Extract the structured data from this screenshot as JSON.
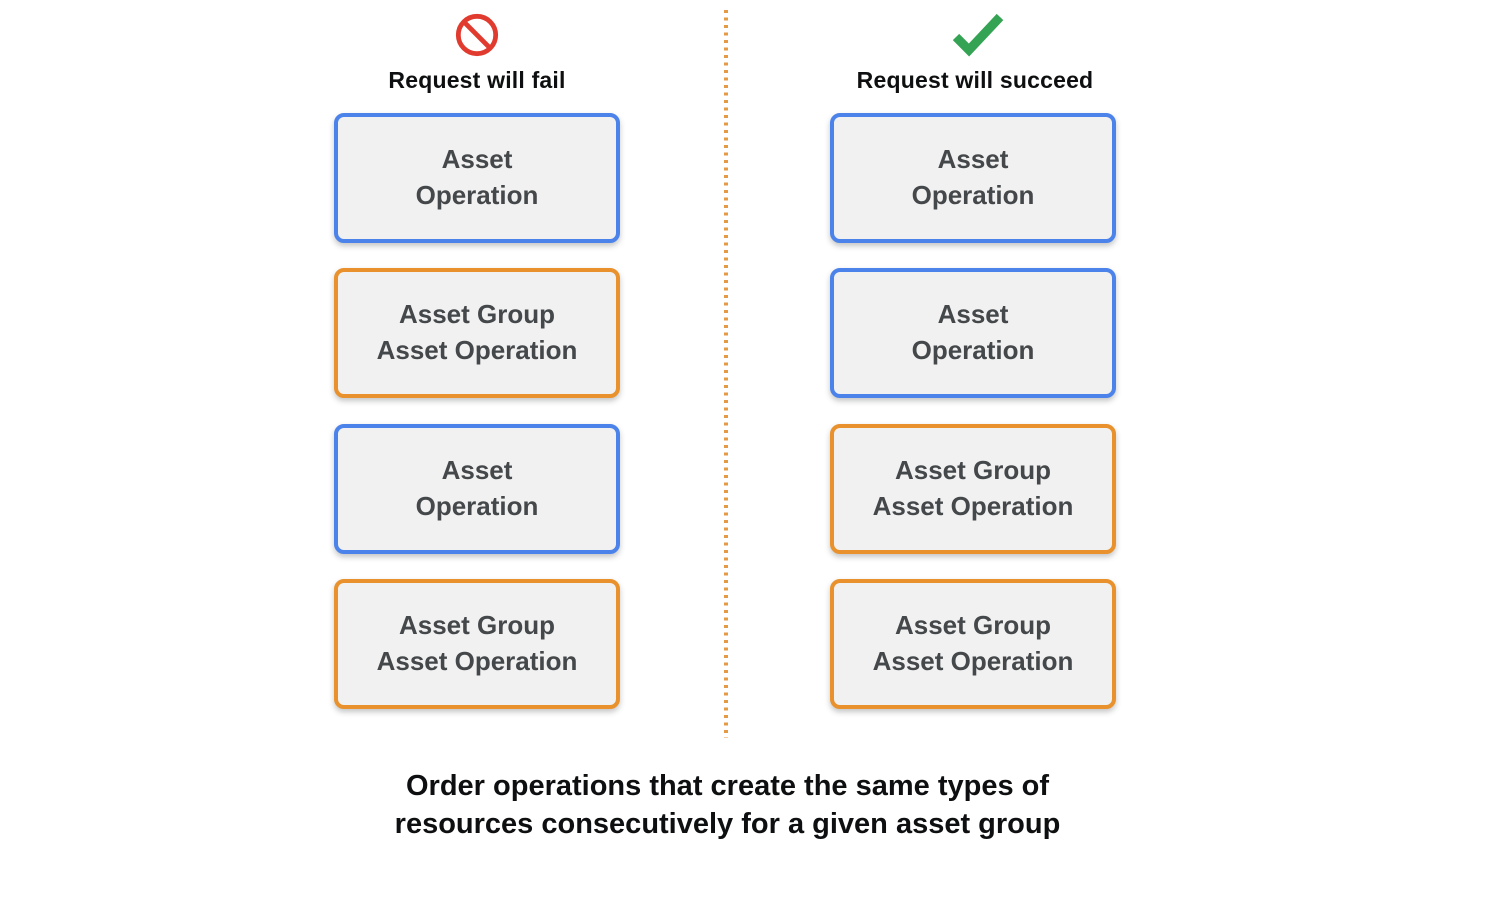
{
  "colors": {
    "blue": "#4c83ea",
    "orange": "#e8912d",
    "red": "#e03b2e",
    "green": "#34a353",
    "boxFill": "#f1f1f1",
    "boxText": "#45484a",
    "headingText": "#0e0f10",
    "divider": "#e59a45"
  },
  "columns": [
    {
      "title": "Request will fail",
      "icon": "prohibition-icon",
      "boxes": [
        {
          "label": "Asset\nOperation",
          "type": "asset-operation"
        },
        {
          "label": "Asset Group\nAsset Operation",
          "type": "asset-group-asset-operation"
        },
        {
          "label": "Asset\nOperation",
          "type": "asset-operation"
        },
        {
          "label": "Asset Group\nAsset Operation",
          "type": "asset-group-asset-operation"
        }
      ]
    },
    {
      "title": "Request will succeed",
      "icon": "check-icon",
      "boxes": [
        {
          "label": "Asset\nOperation",
          "type": "asset-operation"
        },
        {
          "label": "Asset\nOperation",
          "type": "asset-operation"
        },
        {
          "label": "Asset Group\nAsset Operation",
          "type": "asset-group-asset-operation"
        },
        {
          "label": "Asset Group\nAsset Operation",
          "type": "asset-group-asset-operation"
        }
      ]
    }
  ],
  "caption": "Order operations that create the same types of\nresources consecutively for a given asset group"
}
